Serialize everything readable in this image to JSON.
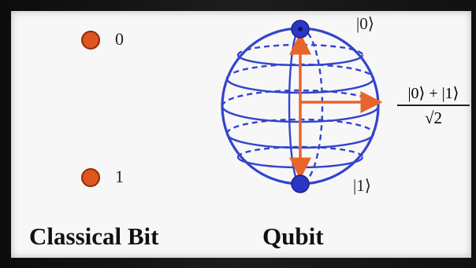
{
  "classical": {
    "zero_label": "0",
    "one_label": "1",
    "caption": "Classical Bit"
  },
  "qubit": {
    "top_ket": "|0⟩",
    "bottom_ket": "|1⟩",
    "superposition_numerator": "|0⟩ + |1⟩",
    "superposition_denominator": "√2",
    "caption": "Qubit"
  },
  "colors": {
    "sphere": "#3344cc",
    "arrow": "#e8652a",
    "bit_dot": "#e0541d"
  }
}
